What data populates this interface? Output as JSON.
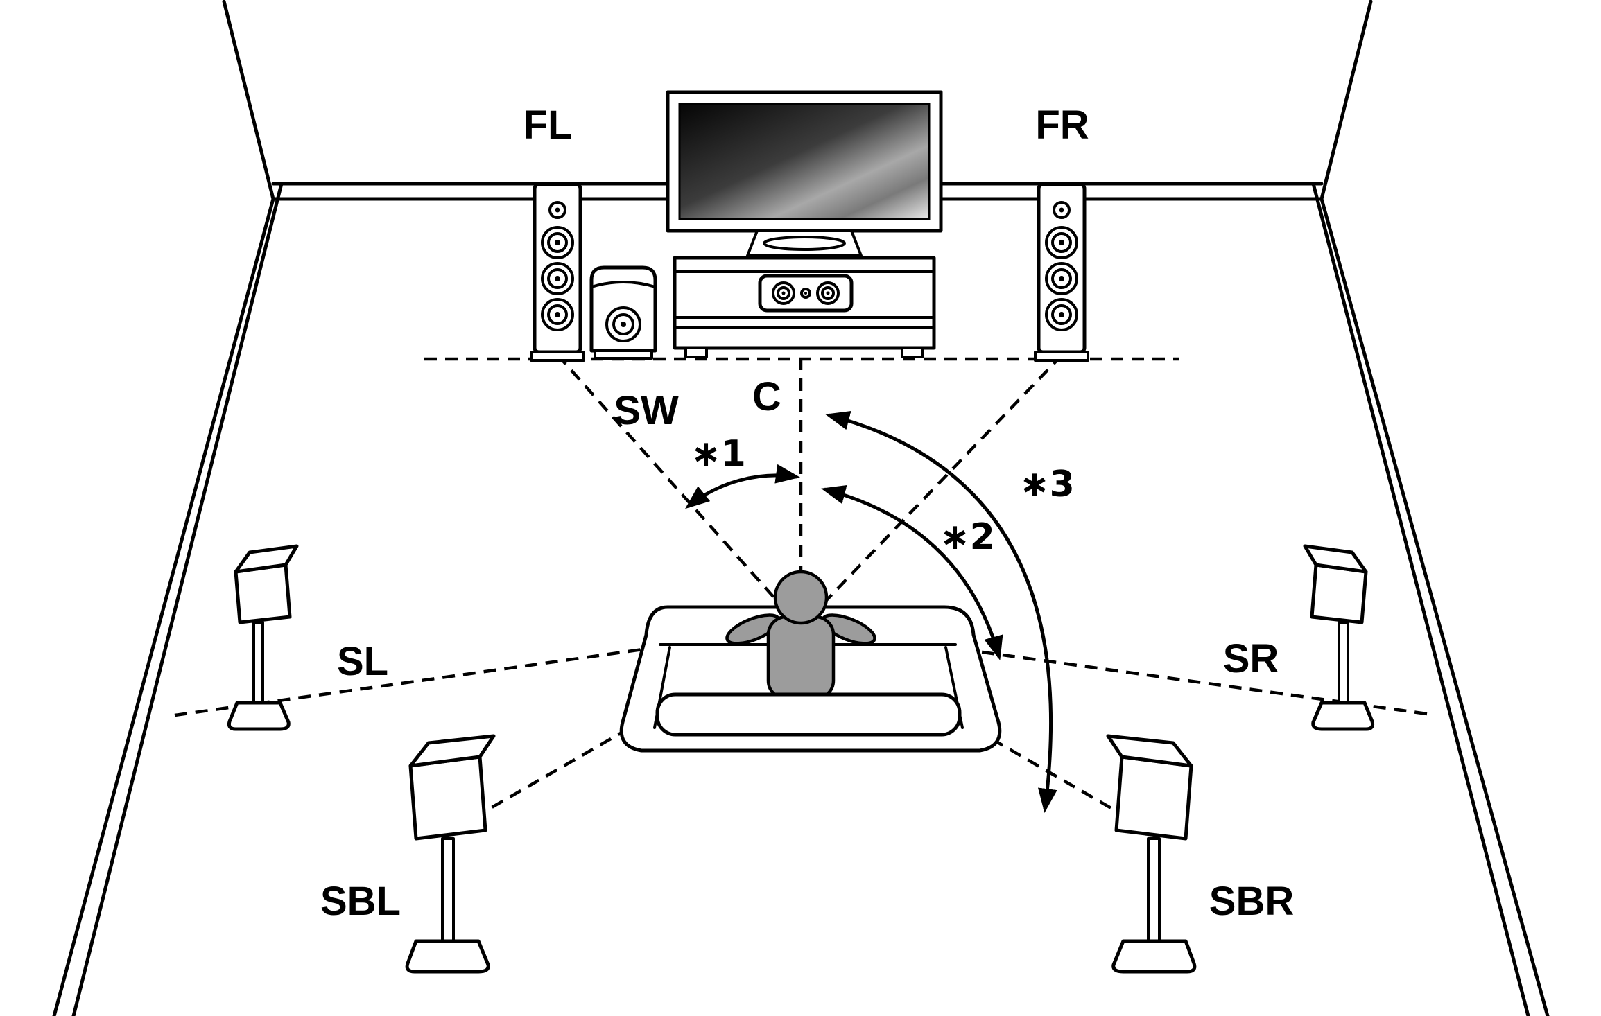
{
  "labels": {
    "fl": "FL",
    "fr": "FR",
    "sw": "SW",
    "c": "C",
    "sl": "SL",
    "sr": "SR",
    "sbl": "SBL",
    "sbr": "SBR",
    "angle1": "∗1",
    "angle2": "∗2",
    "angle3": "∗3"
  },
  "colors": {
    "line": "#000000",
    "background": "#ffffff",
    "person_fill": "#9c9c9c"
  }
}
